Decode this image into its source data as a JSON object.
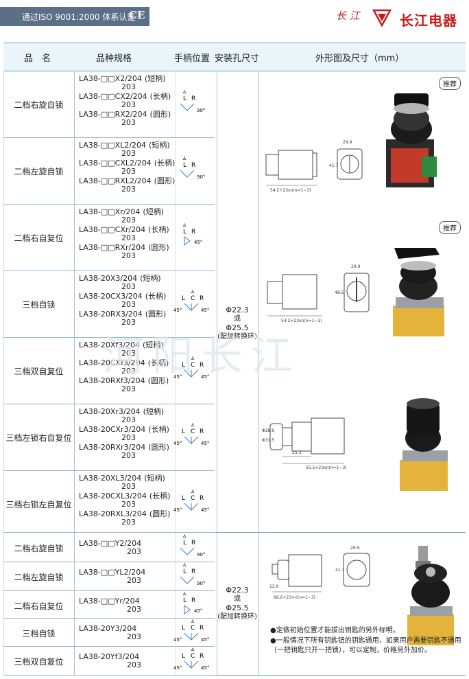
{
  "header": {
    "certification": "通过ISO 9001:2000 体系认证",
    "ce_mark": "CE",
    "brand_script": "长 江",
    "brand_name": "长江电器"
  },
  "columns": {
    "name": "品　名",
    "spec": "品种规格",
    "handle": "手柄位置",
    "install": "安装孔尺寸",
    "outline": "外形图及尺寸（mm）"
  },
  "group_a": [
    {
      "name": "二档右旋自锁",
      "specs": [
        [
          "LA38-□□X2/204",
          "203",
          "(短柄)"
        ],
        [
          "LA38-□□CX2/204",
          "203",
          "(长柄)"
        ],
        [
          "LA38-□□RX2/204",
          "203",
          "(圆形)"
        ]
      ],
      "handle": {
        "labels": [
          "L",
          "R"
        ],
        "angles": [
          "90°"
        ]
      }
    },
    {
      "name": "二档左旋自锁",
      "specs": [
        [
          "LA38-□□XL2/204",
          "203",
          "(短柄)"
        ],
        [
          "LA38-□□CXL2/204",
          "203",
          "(长柄)"
        ],
        [
          "LA38-□□RXL2/204",
          "203",
          "(圆形)"
        ]
      ],
      "handle": {
        "labels": [
          "L",
          "R"
        ],
        "angles": [
          "90°"
        ]
      }
    },
    {
      "name": "二档右自复位",
      "specs": [
        [
          "LA38-□□Xr/204",
          "203",
          "(短柄)"
        ],
        [
          "LA38-□□CXr/204",
          "203",
          "(长柄)"
        ],
        [
          "LA38-□□RXr/204",
          "203",
          "(圆形)"
        ]
      ],
      "handle": {
        "labels": [
          "L",
          "R"
        ],
        "angles": [
          "45°"
        ]
      }
    },
    {
      "name": "三档自锁",
      "specs": [
        [
          "LA38-20X3/204",
          "203",
          "(短柄)"
        ],
        [
          "LA38-20CX3/204",
          "203",
          "(长柄)"
        ],
        [
          "LA38-20RX3/204",
          "203",
          "(圆形)"
        ]
      ],
      "handle": {
        "labels": [
          "L",
          "C",
          "R"
        ],
        "angles": [
          "45°",
          "45°"
        ]
      }
    },
    {
      "name": "三档双自复位",
      "specs": [
        [
          "LA38-20Xf3/204",
          "203",
          "(短柄)"
        ],
        [
          "LA38-20CXf3/204",
          "203",
          "(长柄)"
        ],
        [
          "LA38-20RXf3/204",
          "203",
          "(圆形)"
        ]
      ],
      "handle": {
        "labels": [
          "L",
          "C",
          "R"
        ],
        "angles": [
          "45°",
          "45°"
        ]
      }
    },
    {
      "name": "三档左锁右自复位",
      "specs": [
        [
          "LA38-20Xr3/204",
          "203",
          "(短柄)"
        ],
        [
          "LA38-20CXr3/204",
          "203",
          "(长柄)"
        ],
        [
          "LA38-20RXr3/204",
          "203",
          "(圆形)"
        ]
      ],
      "handle": {
        "labels": [
          "L",
          "C",
          "R"
        ],
        "angles": [
          "45°",
          "45°"
        ]
      }
    },
    {
      "name": "三档右锁左自复位",
      "specs": [
        [
          "LA38-20XL3/204",
          "203",
          "(短柄)"
        ],
        [
          "LA38-20CXL3/204",
          "203",
          "(长柄)"
        ],
        [
          "LA38-20RXL3/204",
          "203",
          "(圆形)"
        ]
      ],
      "handle": {
        "labels": [
          "L",
          "C",
          "R"
        ],
        "angles": [
          "45°",
          "45°"
        ]
      }
    }
  ],
  "group_b": [
    {
      "name": "二档右旋自锁",
      "spec": [
        "LA38-□□Y2/204",
        "203"
      ],
      "handle": {
        "labels": [
          "L",
          "R"
        ],
        "angles": [
          "90°"
        ]
      }
    },
    {
      "name": "二档左旋自锁",
      "spec": [
        "LA38-□□YL2/204",
        "203"
      ],
      "handle": {
        "labels": [
          "L",
          "R"
        ],
        "angles": [
          "90°"
        ]
      }
    },
    {
      "name": "二档右自复位",
      "spec": [
        "LA38-□□Yr/204",
        "203"
      ],
      "handle": {
        "labels": [
          "L",
          "R"
        ],
        "angles": [
          "45°"
        ]
      }
    },
    {
      "name": "三档自锁",
      "spec": [
        "LA38-20Y3/204",
        "203"
      ],
      "handle": {
        "labels": [
          "L",
          "C",
          "R"
        ],
        "angles": [
          "45°",
          "45°"
        ]
      }
    },
    {
      "name": "三档双自复位",
      "spec": [
        "LA38-20Yf3/204",
        "203"
      ],
      "handle": {
        "labels": [
          "L",
          "C",
          "R"
        ],
        "angles": [
          "45°",
          "45°"
        ]
      }
    }
  ],
  "install_a": {
    "d1": "Φ22.3",
    "or": "或",
    "d2": "Φ25.5",
    "note": "(配加转换环)"
  },
  "install_b": {
    "d1": "Φ22.3",
    "or": "或",
    "d2": "Φ25.5",
    "note": "(配加转换环)"
  },
  "badges": [
    "推荐",
    "推荐"
  ],
  "dimensions": {
    "fig1": {
      "width": "29.9",
      "height": "41.7",
      "length": "54.2+23xn(n=1~3)"
    },
    "fig2": {
      "width": "29.9",
      "height": "48.5",
      "length": "54.2+23xn(n=1~3)"
    },
    "fig3": {
      "dia1": "Φ28.6",
      "dia2": "Φ31.5",
      "depth": "25.3",
      "length": "55.5+23xn(n=1~3)"
    },
    "fig4": {
      "width": "29.9",
      "height": "41.7",
      "front": "12.6",
      "length": "66.6+23×n(n=1~3)"
    }
  },
  "notes": [
    "●定做初始位置才能拔出钥匙的另外标明。",
    "●一般情况下所有钥匙钮的钥匙通用，如果用户需要钥匙不通用（一把钥匙只开一把锁），可以定制，价格另外加价。"
  ],
  "watermark": "河阳长江"
}
